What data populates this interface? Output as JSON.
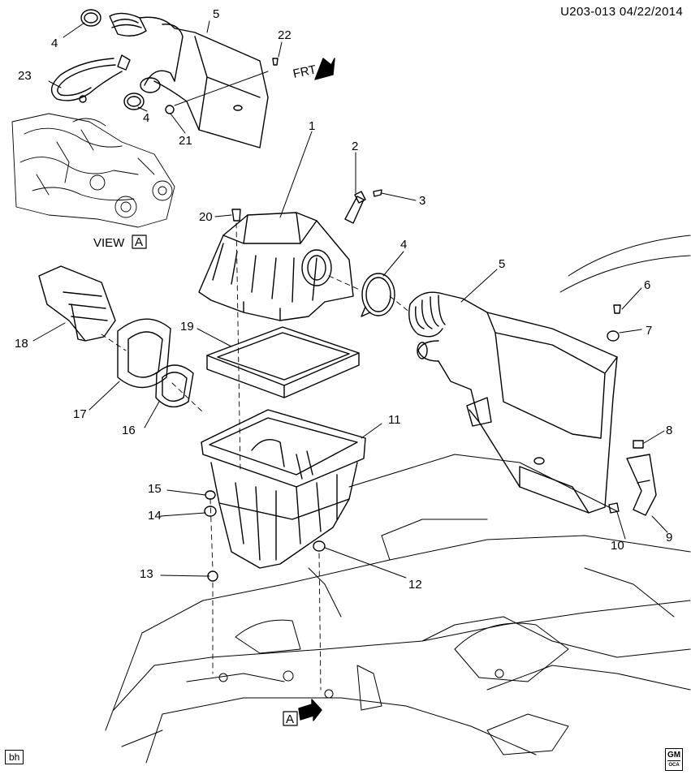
{
  "header": {
    "code": "U203-013",
    "date": "04/22/2014"
  },
  "footer": {
    "author": "bh",
    "brand": "GM",
    "brand_sub": "OCA"
  },
  "view": {
    "label": "VIEW",
    "letter": "A",
    "marker": "A"
  },
  "front": {
    "label": "FRT"
  },
  "callouts": [
    "1",
    "2",
    "3",
    "4",
    "4",
    "4",
    "5",
    "5",
    "6",
    "7",
    "8",
    "9",
    "10",
    "11",
    "12",
    "13",
    "14",
    "15",
    "16",
    "17",
    "18",
    "19",
    "20",
    "21",
    "22",
    "23"
  ],
  "colors": {
    "line": "#000000",
    "background": "#ffffff"
  }
}
